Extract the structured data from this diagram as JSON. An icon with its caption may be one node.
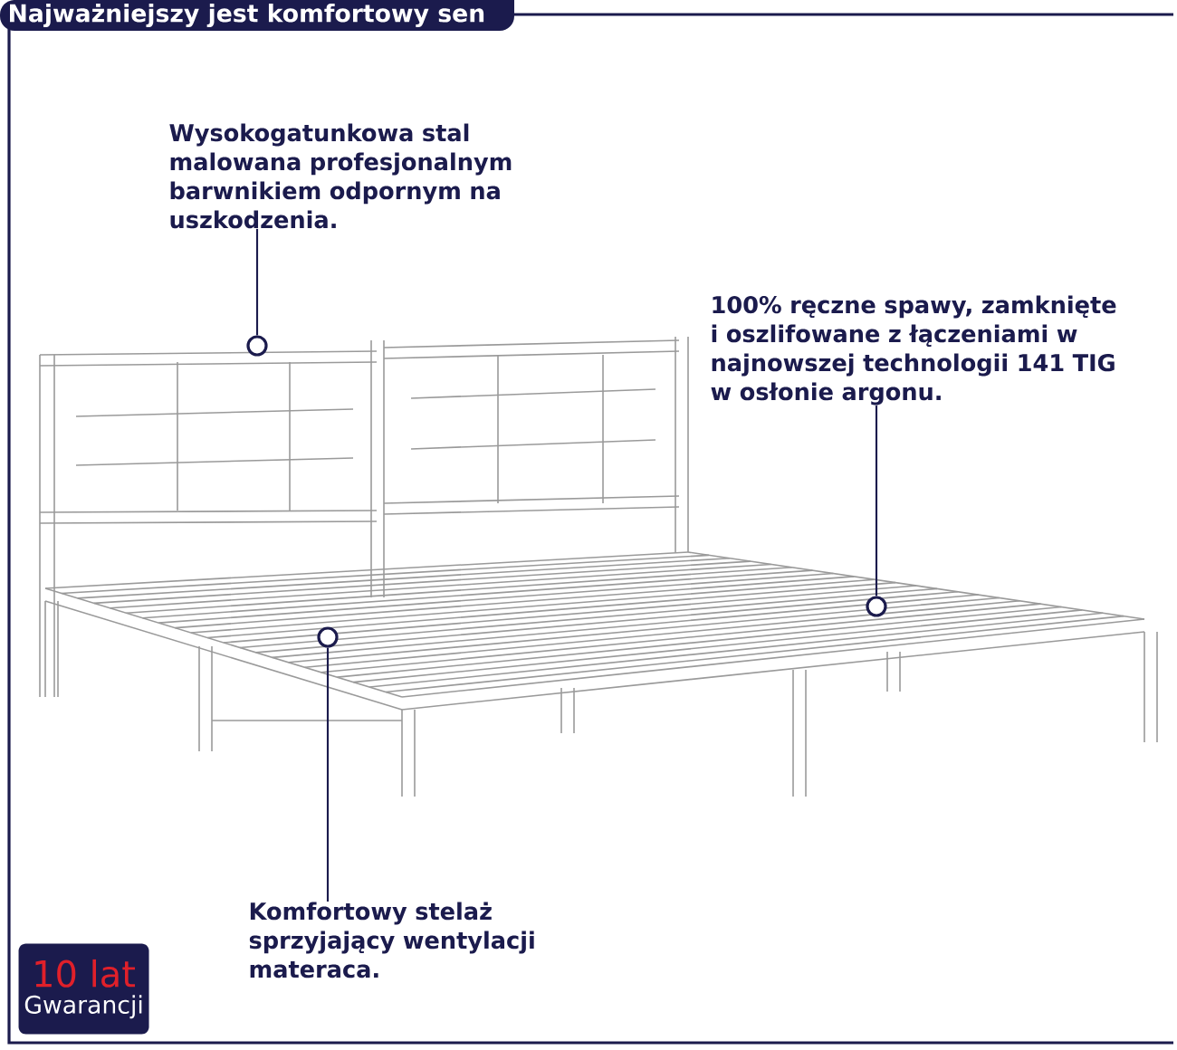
{
  "diagram": {
    "title": "Najważniejszy jest komfortowy sen",
    "nodes": [
      {
        "text": [
          "Wysokogatunkowa stal malowana profesjonalnym barwnikiem odpornym na uszkodzenia."
        ]
      },
      {
        "text": [],
        "shape": "circle"
      },
      {
        "text": [
          "100% ręczne spawy, zamknięte i oszlifowane z łączeniami w najnowszej technologii 141 TIG w osłonie argonu."
        ]
      },
      {
        "text": [],
        "shape": "circle"
      },
      {
        "text": [
          "Komfortowy stelaż sprzyjający wentylacji materaca."
        ]
      },
      {
        "text": [],
        "shape": "circle"
      },
      {
        "text": [
          "10 lat",
          "Gwarancji"
        ]
      }
    ],
    "edges": [
      {
        "from": 0,
        "to": 1,
        "arrow": "none"
      },
      {
        "from": 2,
        "to": 3,
        "arrow": "none"
      },
      {
        "from": 4,
        "to": 5,
        "arrow": "none"
      }
    ]
  }
}
